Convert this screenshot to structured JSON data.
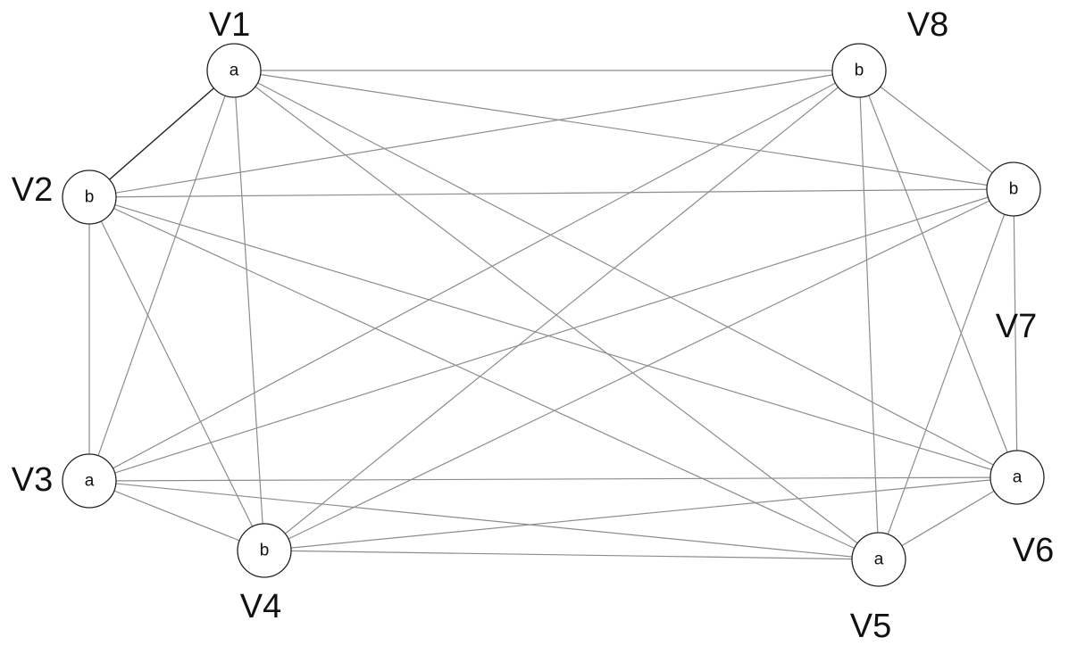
{
  "nodes": [
    {
      "id": "V1",
      "name": "V1",
      "value": "a"
    },
    {
      "id": "V2",
      "name": "V2",
      "value": "b"
    },
    {
      "id": "V3",
      "name": "V3",
      "value": "a"
    },
    {
      "id": "V4",
      "name": "V4",
      "value": "b"
    },
    {
      "id": "V5",
      "name": "V5",
      "value": "a"
    },
    {
      "id": "V6",
      "name": "V6",
      "value": "a"
    },
    {
      "id": "V7",
      "name": "V7",
      "value": "b"
    },
    {
      "id": "V8",
      "name": "V8",
      "value": "b"
    }
  ],
  "edges": [
    {
      "from": "V1",
      "to": "V2",
      "highlight": true
    },
    {
      "from": "V1",
      "to": "V8"
    },
    {
      "from": "V1",
      "to": "V3"
    },
    {
      "from": "V1",
      "to": "V4"
    },
    {
      "from": "V1",
      "to": "V5"
    },
    {
      "from": "V1",
      "to": "V6"
    },
    {
      "from": "V1",
      "to": "V7"
    },
    {
      "from": "V2",
      "to": "V8"
    },
    {
      "from": "V2",
      "to": "V7"
    },
    {
      "from": "V2",
      "to": "V3"
    },
    {
      "from": "V2",
      "to": "V4"
    },
    {
      "from": "V2",
      "to": "V5"
    },
    {
      "from": "V2",
      "to": "V6"
    },
    {
      "from": "V3",
      "to": "V8"
    },
    {
      "from": "V3",
      "to": "V7"
    },
    {
      "from": "V3",
      "to": "V6"
    },
    {
      "from": "V3",
      "to": "V5"
    },
    {
      "from": "V3",
      "to": "V4"
    },
    {
      "from": "V4",
      "to": "V8"
    },
    {
      "from": "V4",
      "to": "V7"
    },
    {
      "from": "V4",
      "to": "V6"
    },
    {
      "from": "V4",
      "to": "V5"
    },
    {
      "from": "V8",
      "to": "V7"
    },
    {
      "from": "V8",
      "to": "V6"
    },
    {
      "from": "V8",
      "to": "V5"
    },
    {
      "from": "V7",
      "to": "V6"
    },
    {
      "from": "V7",
      "to": "V5"
    },
    {
      "from": "V5",
      "to": "V6"
    }
  ]
}
